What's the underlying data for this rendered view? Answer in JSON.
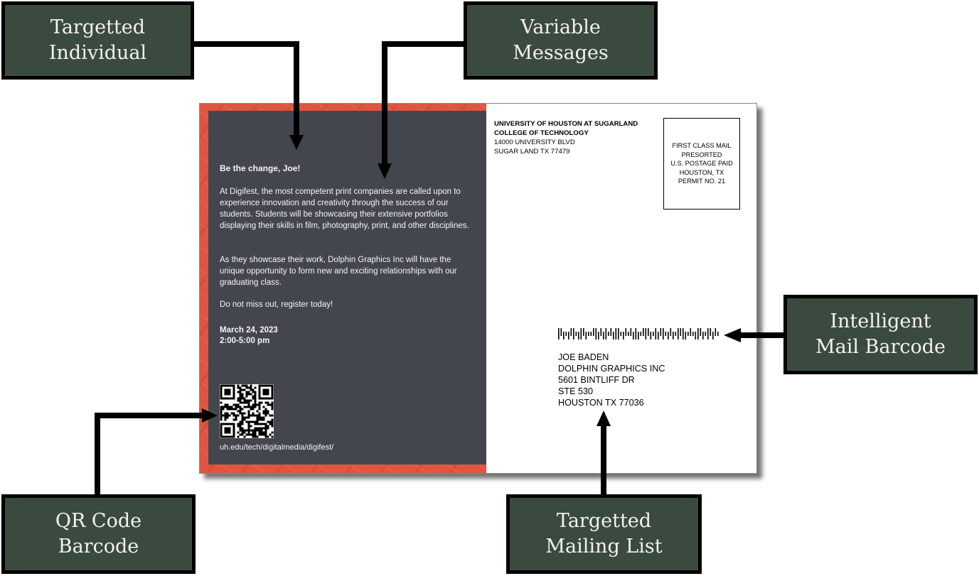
{
  "callouts": {
    "targetted_individual": [
      "Targetted",
      "Individual"
    ],
    "variable_messages": [
      "Variable",
      "Messages"
    ],
    "intelligent_barcode": [
      "Intelligent",
      "Mail Barcode"
    ],
    "qr_code_barcode": [
      "QR Code",
      "Barcode"
    ],
    "targetted_mailing_list": [
      "Targetted",
      "Mailing List"
    ]
  },
  "postcard": {
    "front": {
      "headline": "Be the change, Joe!",
      "paragraph1": "At Digifest, the most competent print companies are called upon to experience innovation and creativity through the success of our students. Students will be showcasing their extensive portfolios displaying their skills in film, photography, print, and other disciplines.",
      "paragraph2": "As they showcase their work, Dolphin Graphics Inc will have the unique opportunity to form new and exciting relationships with our graduating class.",
      "paragraph3": "Do not miss out, register today!",
      "date": "March 24, 2023",
      "time": "2:00-5:00 pm",
      "url": "uh.edu/tech/digitalmedia/digifest/"
    },
    "back": {
      "return_address": [
        "UNIVERSITY OF HOUSTON AT SUGARLAND",
        "COLLEGE OF TECHNOLOGY",
        "14000 UNIVERSITY BLVD",
        "SUGAR LAND TX 77479"
      ],
      "postage": [
        "FIRST CLASS MAIL",
        "PRESORTED",
        "U.S. POSTAGE PAID",
        "HOUSTON, TX",
        "PERMIT NO. 21"
      ],
      "recipient": [
        "JOE BADEN",
        "DOLPHIN GRAPHICS INC",
        "5601 BINTLIFF DR",
        "STE 530",
        "HOUSTON  TX 77036"
      ]
    }
  },
  "colors": {
    "callout_fill": "#3b4a3f",
    "callout_text": "#f2f2ee",
    "card_red": "#e0553f",
    "panel_dark": "#44464e"
  }
}
